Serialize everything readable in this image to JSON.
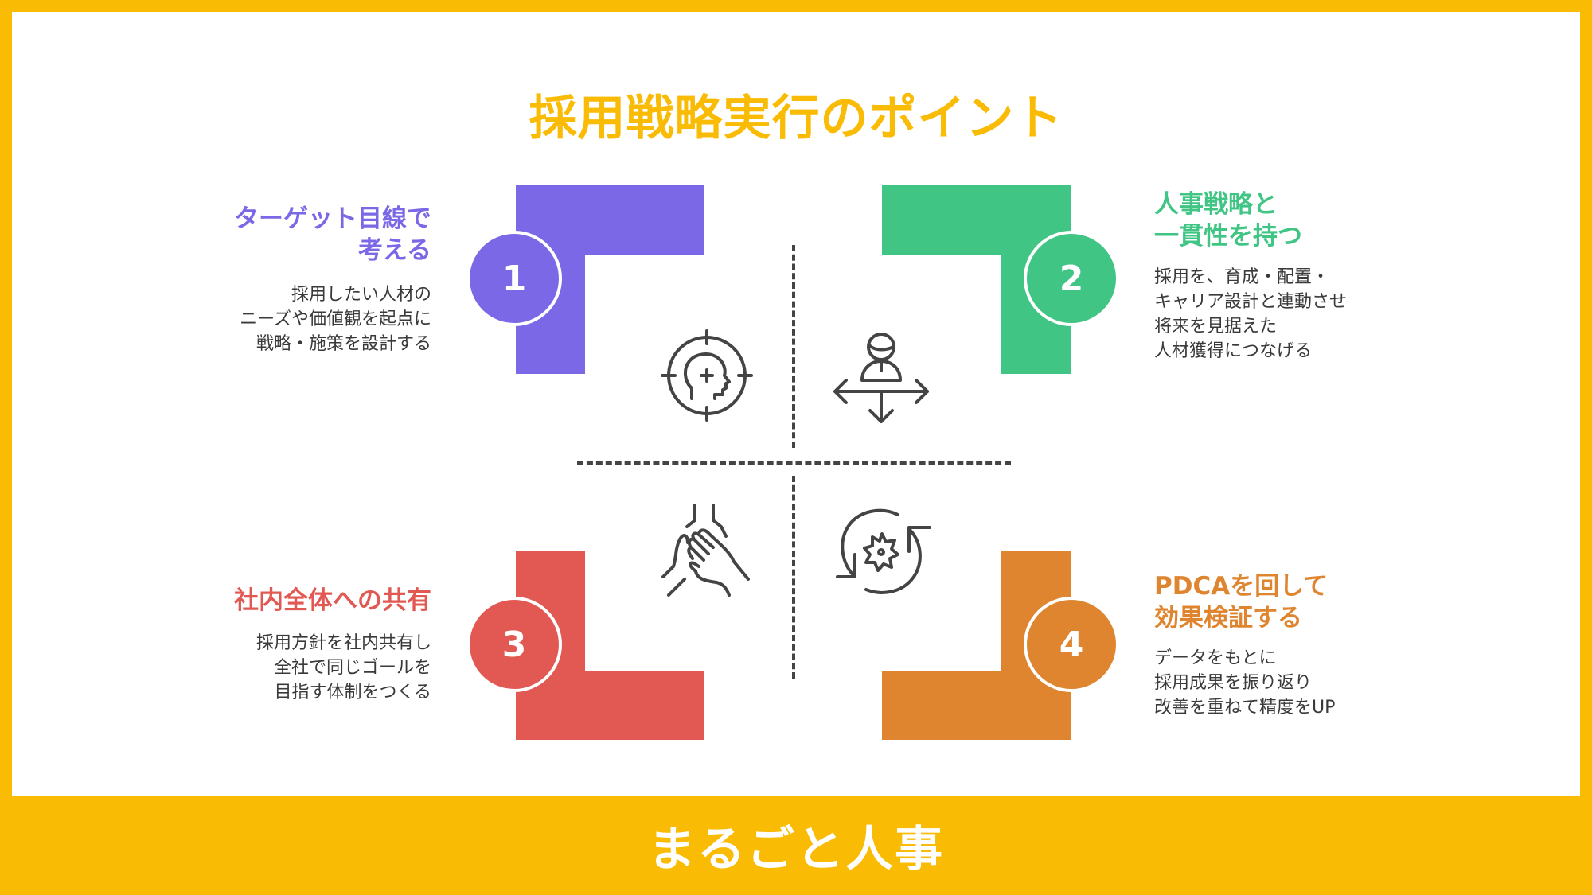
{
  "title": "採用戦略実行のポイント",
  "footer": {
    "brand": "まるごと人事"
  },
  "colors": {
    "frame": "#FABB05",
    "title": "#FABB05",
    "point1": "#7B68E6",
    "point2": "#40C585",
    "point3": "#E25853",
    "point4": "#DF8530",
    "icon_stroke": "#444444",
    "body_text": "#3A3A3A"
  },
  "points": [
    {
      "number": "1",
      "heading": "ターゲット目線で\n考える",
      "body": "採用したい人材の\nニーズや価値観を起点に\n戦略・施策を設計する",
      "icon": "target-head-icon"
    },
    {
      "number": "2",
      "heading": "人事戦略と\n一貫性を持つ",
      "body": "採用を、育成・配置・\nキャリア設計と連動させ\n将来を見据えた\n人材獲得につなげる",
      "icon": "person-directions-icon"
    },
    {
      "number": "3",
      "heading": "社内全体への共有",
      "body": "採用方針を社内共有し\n全社で同じゴールを\n目指す体制をつくる",
      "icon": "hands-together-icon"
    },
    {
      "number": "4",
      "heading": "PDCAを回して\n効果検証する",
      "body": "データをもとに\n採用成果を振り返り\n改善を重ねて精度をUP",
      "icon": "gear-cycle-icon"
    }
  ]
}
